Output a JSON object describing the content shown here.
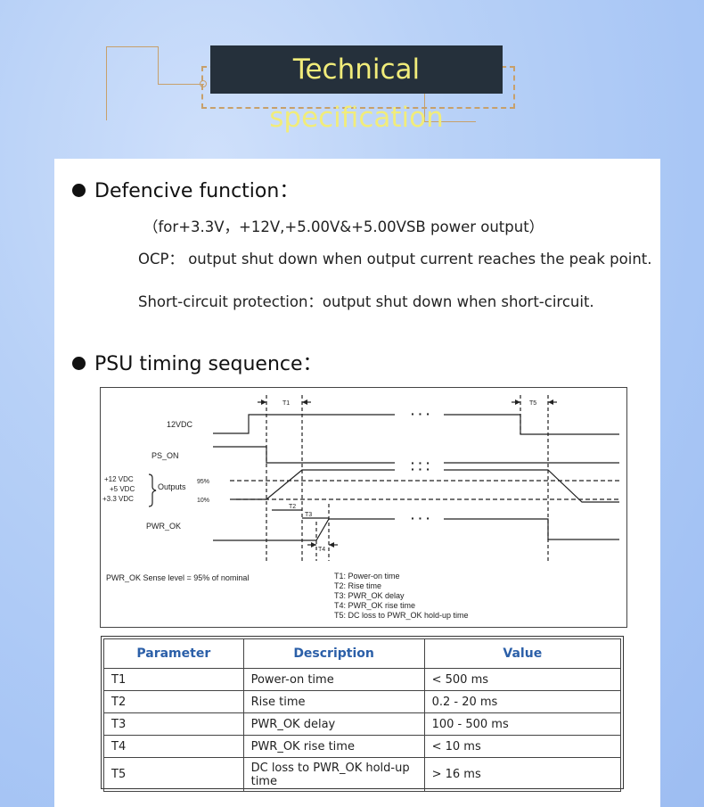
{
  "header": {
    "title": "Technical specification"
  },
  "sections": {
    "defensive": {
      "heading": "Defencive function：",
      "scope": "（for+3.3V，+12V,+5.00V&+5.00VSB power output）",
      "ocp": "OCP： output shut down when output current reaches the peak point.",
      "short_circuit": "Short-circuit protection：output shut down when short-circuit."
    },
    "timing": {
      "heading": "PSU timing sequence："
    }
  },
  "diagram": {
    "signals": {
      "v12": "12VDC",
      "ps_on": "PS_ON",
      "outputs": "Outputs",
      "pwr_ok": "PWR_OK"
    },
    "output_rails": [
      "+12 VDC",
      "+5 VDC",
      "+3.3 VDC"
    ],
    "levels": {
      "high": "95%",
      "low": "10%"
    },
    "markers": {
      "t1": "T1",
      "t2": "T2",
      "t3": "T3",
      "t4": "T4",
      "t5": "T5"
    },
    "ellipsis": "· · ·",
    "ellipsis_multi": "· · ·",
    "sense_note": "PWR_OK Sense level = 95% of nominal",
    "legend": [
      "T1: Power-on time",
      "T2: Rise time",
      "T3: PWR_OK delay",
      "T4: PWR_OK rise time",
      "T5: DC loss to PWR_OK hold-up time"
    ]
  },
  "table": {
    "headers": [
      "Parameter",
      "Description",
      "Value"
    ],
    "rows": [
      [
        "T1",
        "Power-on time",
        "< 500 ms"
      ],
      [
        "T2",
        "Rise time",
        "0.2 - 20 ms"
      ],
      [
        "T3",
        "PWR_OK delay",
        "100 - 500 ms"
      ],
      [
        "T4",
        "PWR_OK rise time",
        "< 10 ms"
      ],
      [
        "T5",
        "DC loss to PWR_OK hold-up time",
        "> 16 ms"
      ]
    ]
  },
  "colors": {
    "title_bg": "#25303b",
    "title_text": "#f1ec7a",
    "header_text": "#2b5fa8",
    "deco": "#c7a06b"
  }
}
